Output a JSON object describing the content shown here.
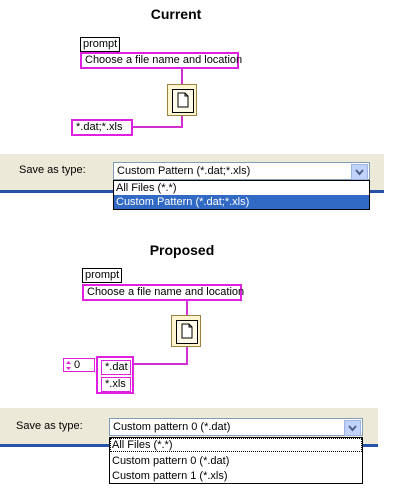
{
  "current": {
    "heading": "Current",
    "prompt_label": "prompt",
    "prompt_value": "Choose a file name and location",
    "pattern_value": "*.dat;*.xls",
    "save_as_label": "Save as type:",
    "selected": "Custom Pattern (*.dat;*.xls)",
    "options": [
      "All Files (*.*)",
      "Custom Pattern (*.dat;*.xls)"
    ]
  },
  "proposed": {
    "heading": "Proposed",
    "prompt_label": "prompt",
    "prompt_value": "Choose a file name and location",
    "index_value": "0",
    "patterns": [
      "*.dat",
      "*.xls"
    ],
    "save_as_label": "Save as type:",
    "selected": "Custom pattern 0 (*.dat)",
    "options": [
      "All Files (*.*)",
      "Custom pattern 0 (*.dat)",
      "Custom pattern 1 (*.xls)"
    ]
  },
  "icons": {
    "file_dialog": "file-dialog-icon",
    "dropdown_arrow": "chevron-down-icon"
  },
  "colors": {
    "wire": "#d030d0",
    "selection": "#316ac5",
    "panel": "#ece9d8",
    "accent_line": "#2752a6"
  }
}
